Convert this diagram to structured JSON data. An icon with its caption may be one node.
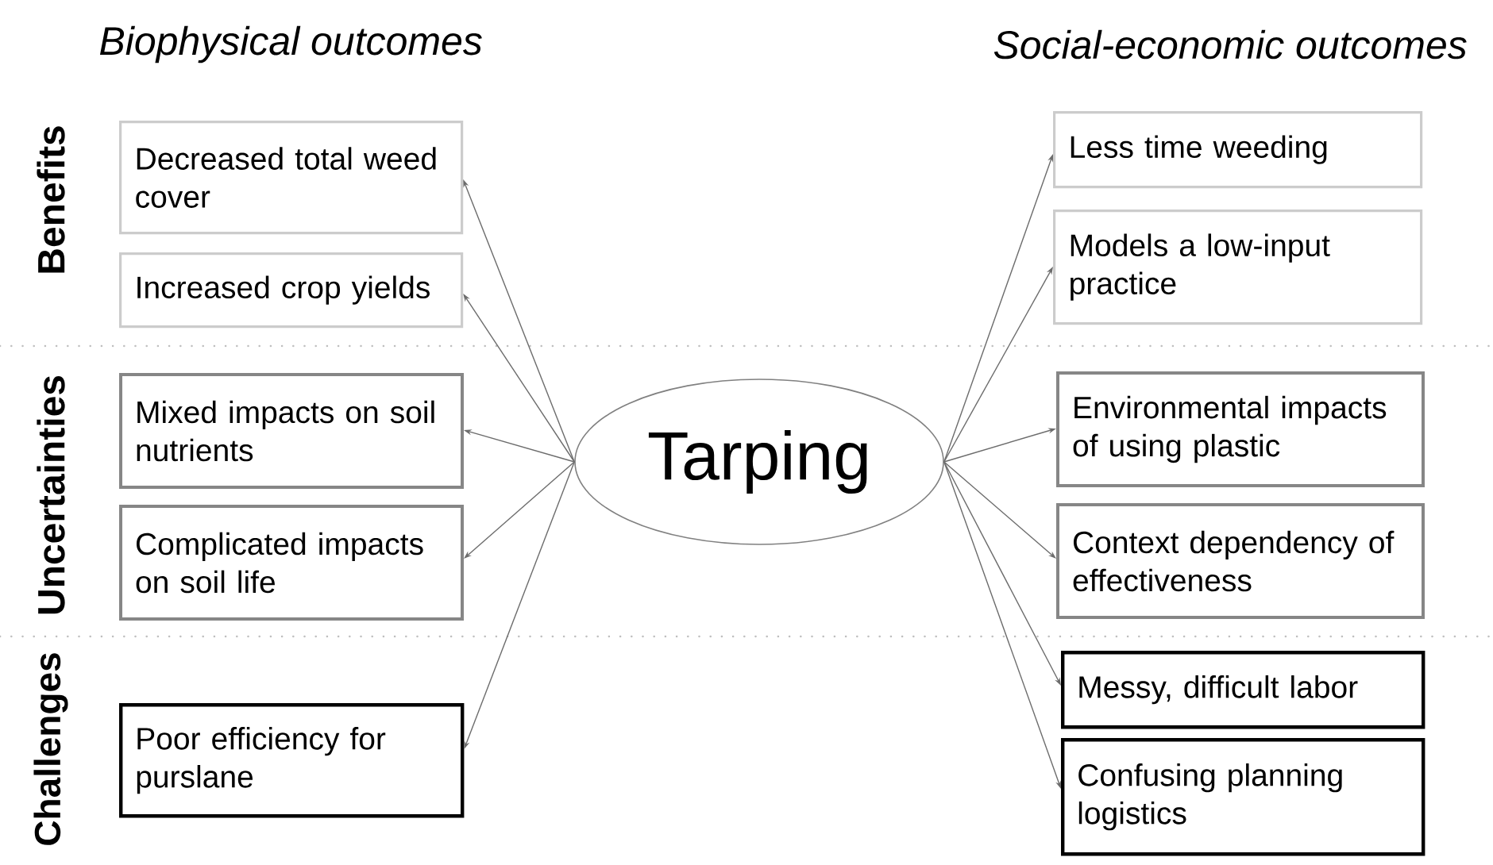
{
  "diagram": {
    "nodes": [
      {
        "text": [
          "Tarping"
        ]
      },
      {
        "text": [
          "Decreased total weed cover"
        ]
      },
      {
        "text": [
          "Increased crop yields"
        ]
      },
      {
        "text": [
          "Mixed impacts on soil nutrients"
        ]
      },
      {
        "text": [
          "Complicated impacts on soil life"
        ]
      },
      {
        "text": [
          "Poor efficiency for purslane"
        ]
      },
      {
        "text": [
          "Less time weeding"
        ]
      },
      {
        "text": [
          "Models a low-input practice"
        ]
      },
      {
        "text": [
          "Environmental impacts of using plastic"
        ]
      },
      {
        "text": [
          "Context dependency of effectiveness"
        ]
      },
      {
        "text": [
          "Messy, difficult labor"
        ]
      },
      {
        "text": [
          "Confusing planning logistics"
        ]
      }
    ],
    "edges": [
      {
        "from": 0,
        "to": 1,
        "arrow": "to"
      },
      {
        "from": 0,
        "to": 2,
        "arrow": "to"
      },
      {
        "from": 0,
        "to": 3,
        "arrow": "to"
      },
      {
        "from": 0,
        "to": 4,
        "arrow": "to"
      },
      {
        "from": 0,
        "to": 5,
        "arrow": "to"
      },
      {
        "from": 0,
        "to": 6,
        "arrow": "to"
      },
      {
        "from": 0,
        "to": 7,
        "arrow": "to"
      },
      {
        "from": 0,
        "to": 8,
        "arrow": "to"
      },
      {
        "from": 0,
        "to": 9,
        "arrow": "to"
      },
      {
        "from": 0,
        "to": 10,
        "arrow": "to"
      },
      {
        "from": 0,
        "to": 11,
        "arrow": "to"
      }
    ],
    "labels": [
      "Biophysical outcomes",
      "Social-economic outcomes",
      "Benefits",
      "Uncertainties",
      "Challenges"
    ]
  }
}
